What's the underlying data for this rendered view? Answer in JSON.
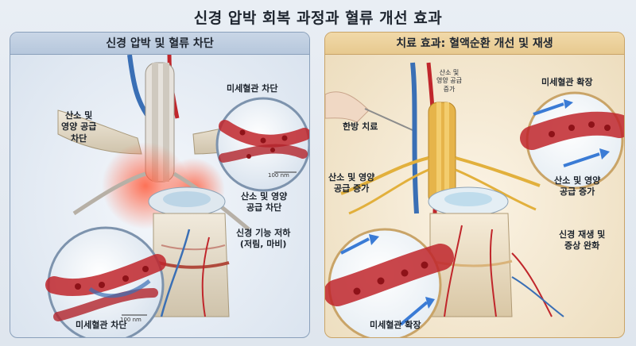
{
  "title": "신경 압박 회복 과정과 혈류 개선 효과",
  "left_panel": {
    "header": "신경 압박 및 혈류 차단",
    "labels": {
      "oxygen_blocked": "산소 및\n영양 공급\n차단",
      "micro_blocked_top": "미세혈관 차단",
      "oxygen_blocked_right": "산소 및 영양\n공급 차단",
      "nerve_decline": "신경 기능 저하\n(저림, 마비)",
      "micro_blocked_bottom": "미세혈관 차단",
      "scale_top": "100 nm",
      "scale_bottom": "100 nm"
    }
  },
  "right_panel": {
    "header": "치료 효과: 혈액순환 개선 및 재생",
    "labels": {
      "oxygen_increase_small": "산소 및\n영양 공급\n증가",
      "micro_dilation_top": "미세혈관 확장",
      "herbal_treatment": "한방 치료",
      "oxygen_increase_left": "산소 및 영양\n공급 증가",
      "oxygen_increase_right": "산소 및 영양\n공급 증가",
      "nerve_regen": "신경 재생 및\n증상 완화",
      "micro_dilation_bottom": "미세혈관 확장"
    }
  },
  "colors": {
    "left_accent": "#8aa0bb",
    "right_accent": "#c9a468",
    "blood": "#c0262b",
    "nerve": "#e2b03c",
    "vein": "#3a6fb5"
  }
}
